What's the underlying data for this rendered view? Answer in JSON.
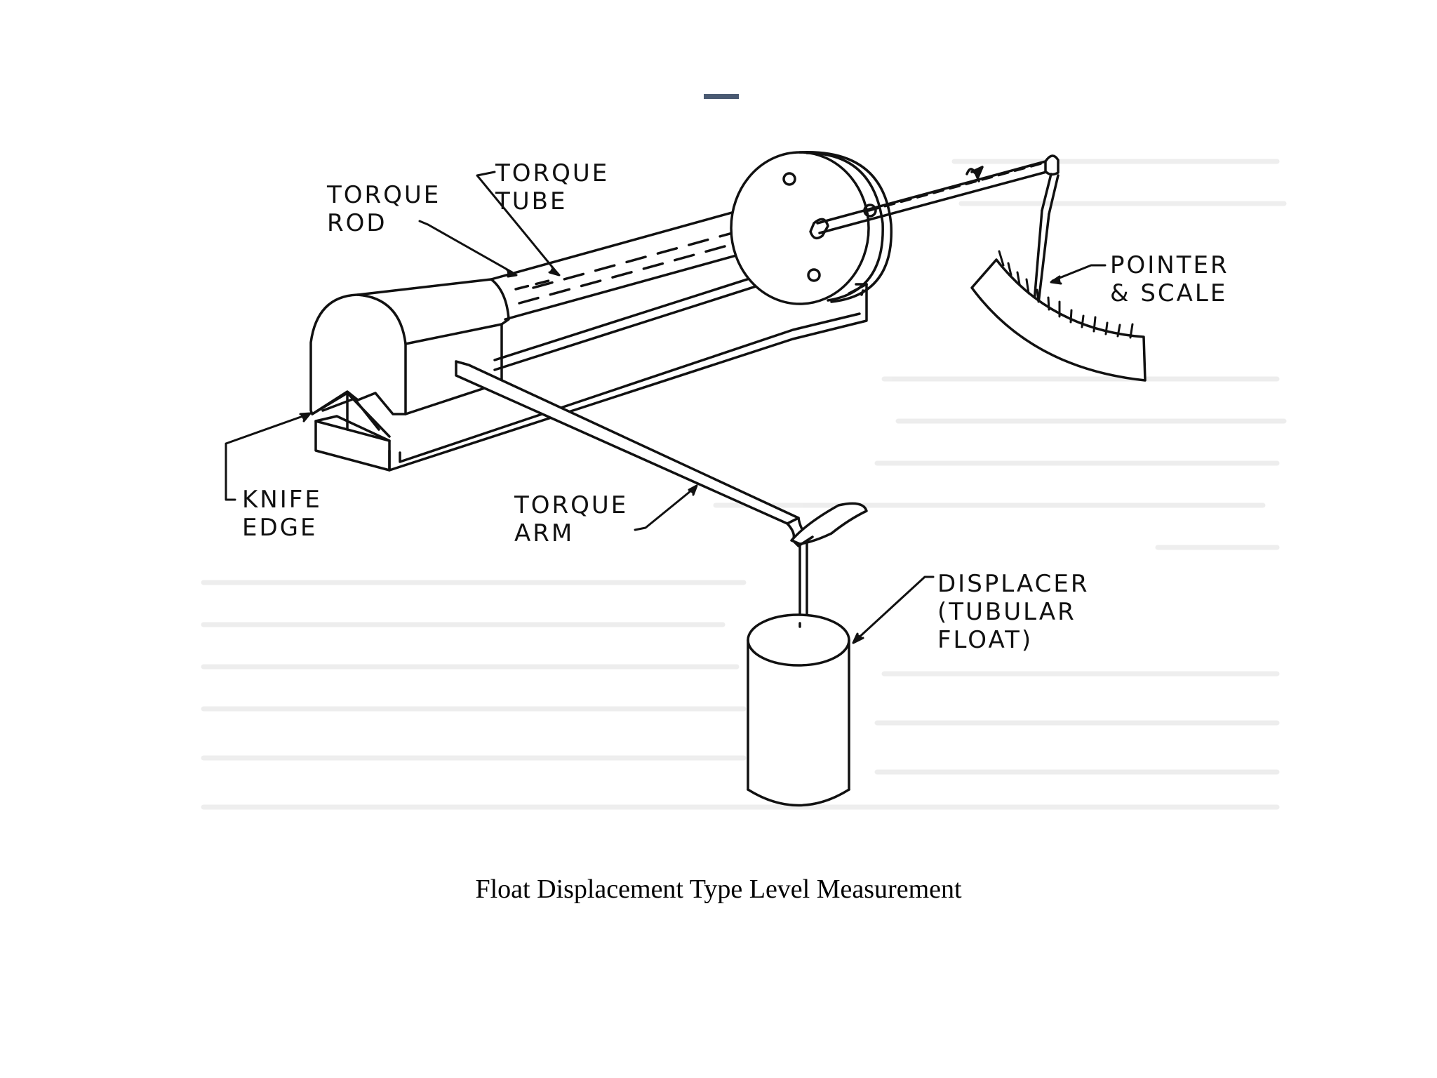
{
  "figure": {
    "labels": {
      "torque_rod": "TORQUE\nROD",
      "torque_tube": "TORQUE\nTUBE",
      "pointer_scale": "POINTER\n& SCALE",
      "knife_edge": "KNIFE\nEDGE",
      "torque_arm": "TORQUE\nARM",
      "displacer": "DISPLACER\n(TUBULAR\nFLOAT)"
    },
    "colors": {
      "ink": "#111111",
      "accent_rule": "#4a5a72",
      "background": "#ffffff"
    }
  },
  "caption": "Float Displacement Type Level Measurement"
}
